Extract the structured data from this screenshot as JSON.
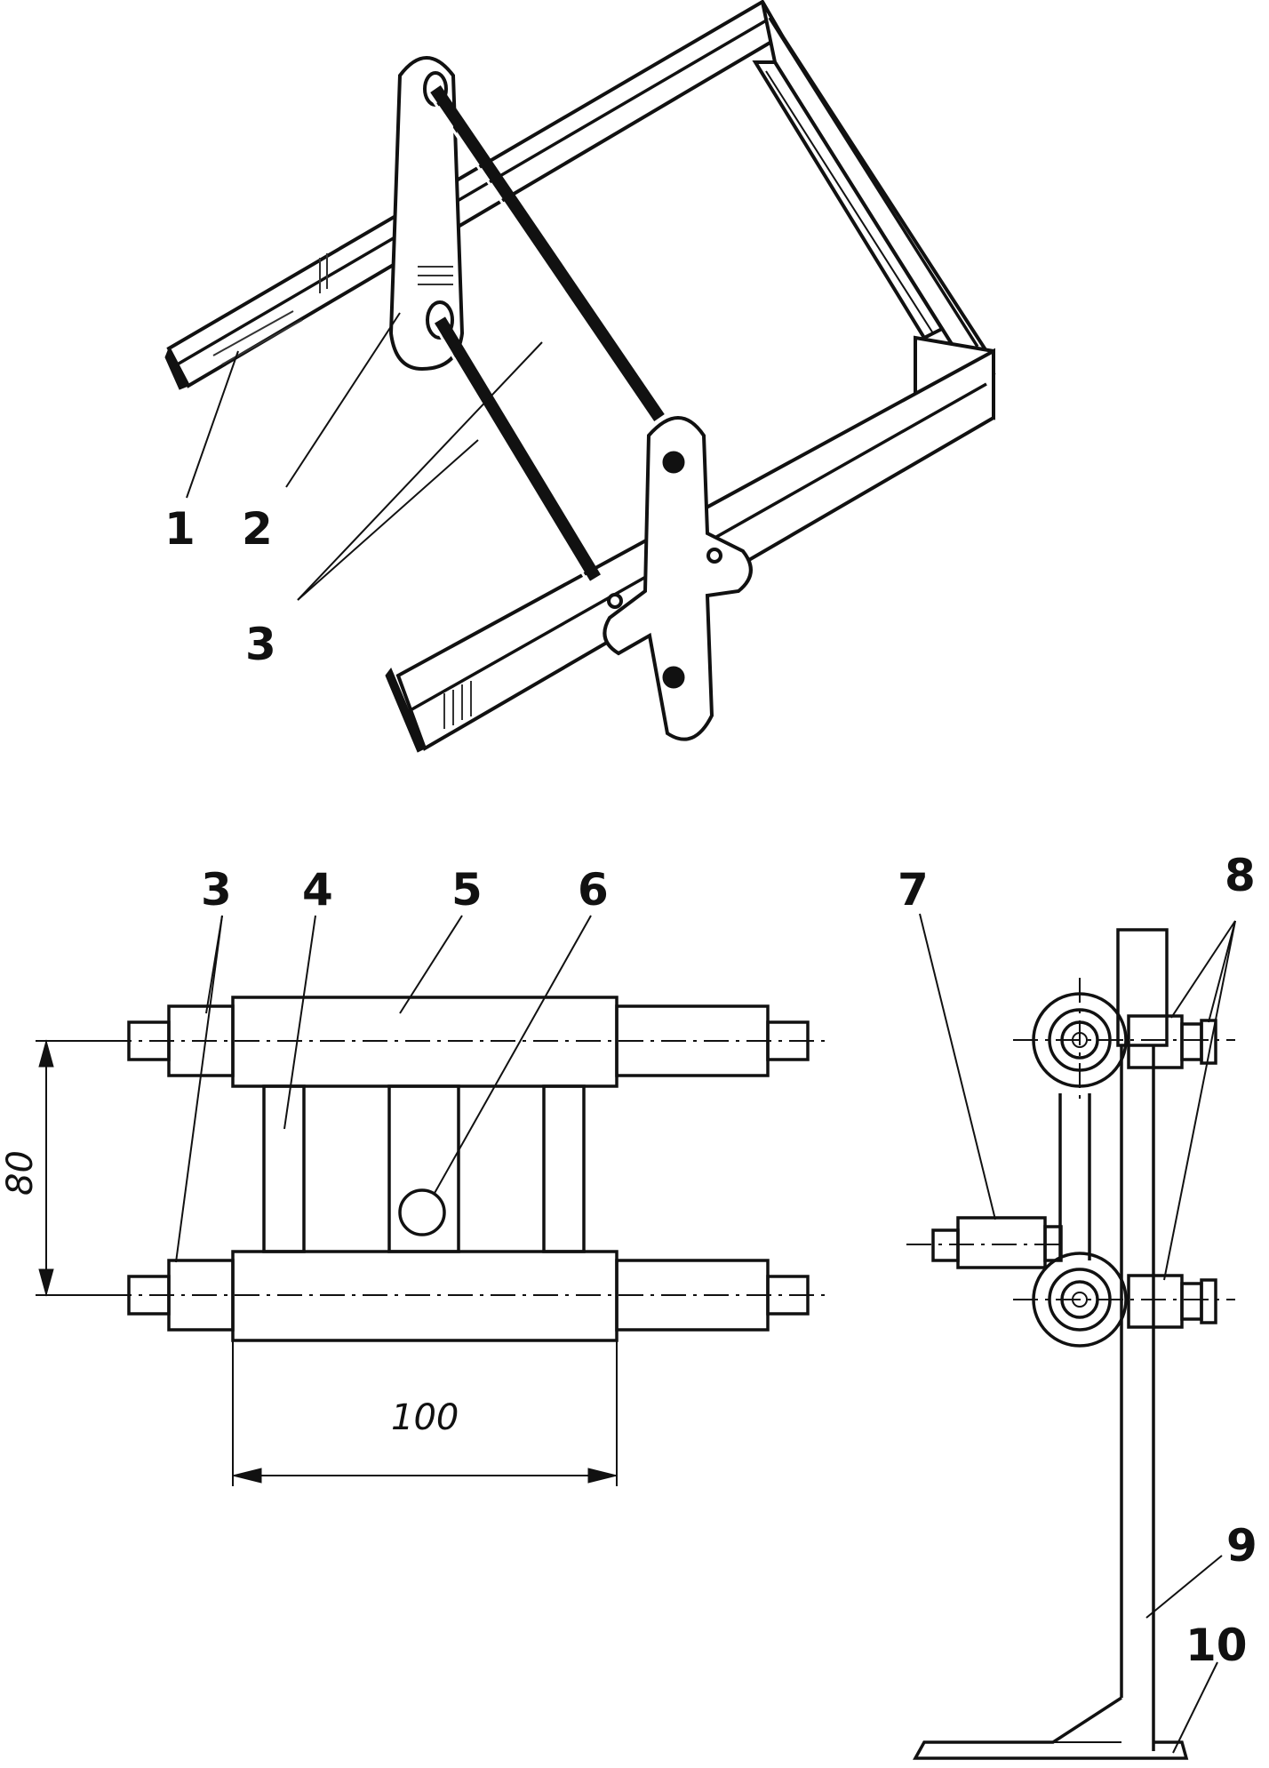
{
  "labels": {
    "part_1": "1",
    "part_2": "2",
    "part_3_top": "3",
    "part_3_bottom": "3",
    "part_4": "4",
    "part_5": "5",
    "part_6": "6",
    "part_7": "7",
    "part_8": "8",
    "part_9": "9",
    "part_10": "10"
  },
  "dimensions": {
    "height": "80",
    "width": "100"
  },
  "colors": {
    "ink": "#111111",
    "paper": "#ffffff"
  }
}
